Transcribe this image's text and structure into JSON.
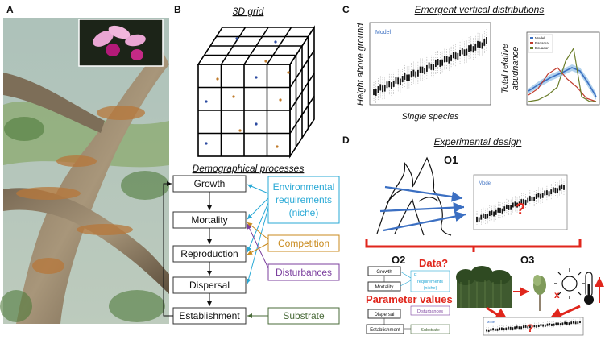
{
  "panels": {
    "a": "A",
    "b": "B",
    "c": "C",
    "d": "D"
  },
  "b": {
    "grid_title": "3D grid",
    "demo_title": "Demographical processes",
    "processes": [
      "Growth",
      "Mortality",
      "Reproduction",
      "Dispersal",
      "Establishment"
    ],
    "env_lines": [
      "Environmental",
      "requirements",
      "(niche)"
    ],
    "competition": "Competition",
    "disturbances": "Disturbances",
    "substrate": "Substrate"
  },
  "c": {
    "title": "Emergent vertical distributions",
    "model_label": "Model",
    "ylabel": "Height above ground",
    "xlabel": "Single species",
    "ylabel2_lines": [
      "Total relative",
      "abudnance"
    ],
    "legend": [
      "Model",
      "Panama",
      "Ecuador"
    ]
  },
  "d": {
    "title": "Experimental design",
    "o1": "O1",
    "o2": "O2",
    "o3": "O3",
    "model_label": "Model",
    "question": "?",
    "data_q": "Data?",
    "param": "Parameter values",
    "x_mark": "x",
    "mini_processes": [
      "Growth",
      "Mortality",
      "Dispersal",
      "Establishment"
    ],
    "mini_env": [
      "E",
      "requirements",
      "(niche)"
    ],
    "mini_dist": "Disturbances",
    "mini_sub": "Substrate",
    "mini_model": "Model"
  },
  "colors": {
    "cyan": "#29a9d6",
    "orange": "#c98a1c",
    "purple": "#7b3f9e",
    "green": "#4a6b3a",
    "red": "#e0261c",
    "blue": "#3b6fc2",
    "dark": "#111111"
  }
}
